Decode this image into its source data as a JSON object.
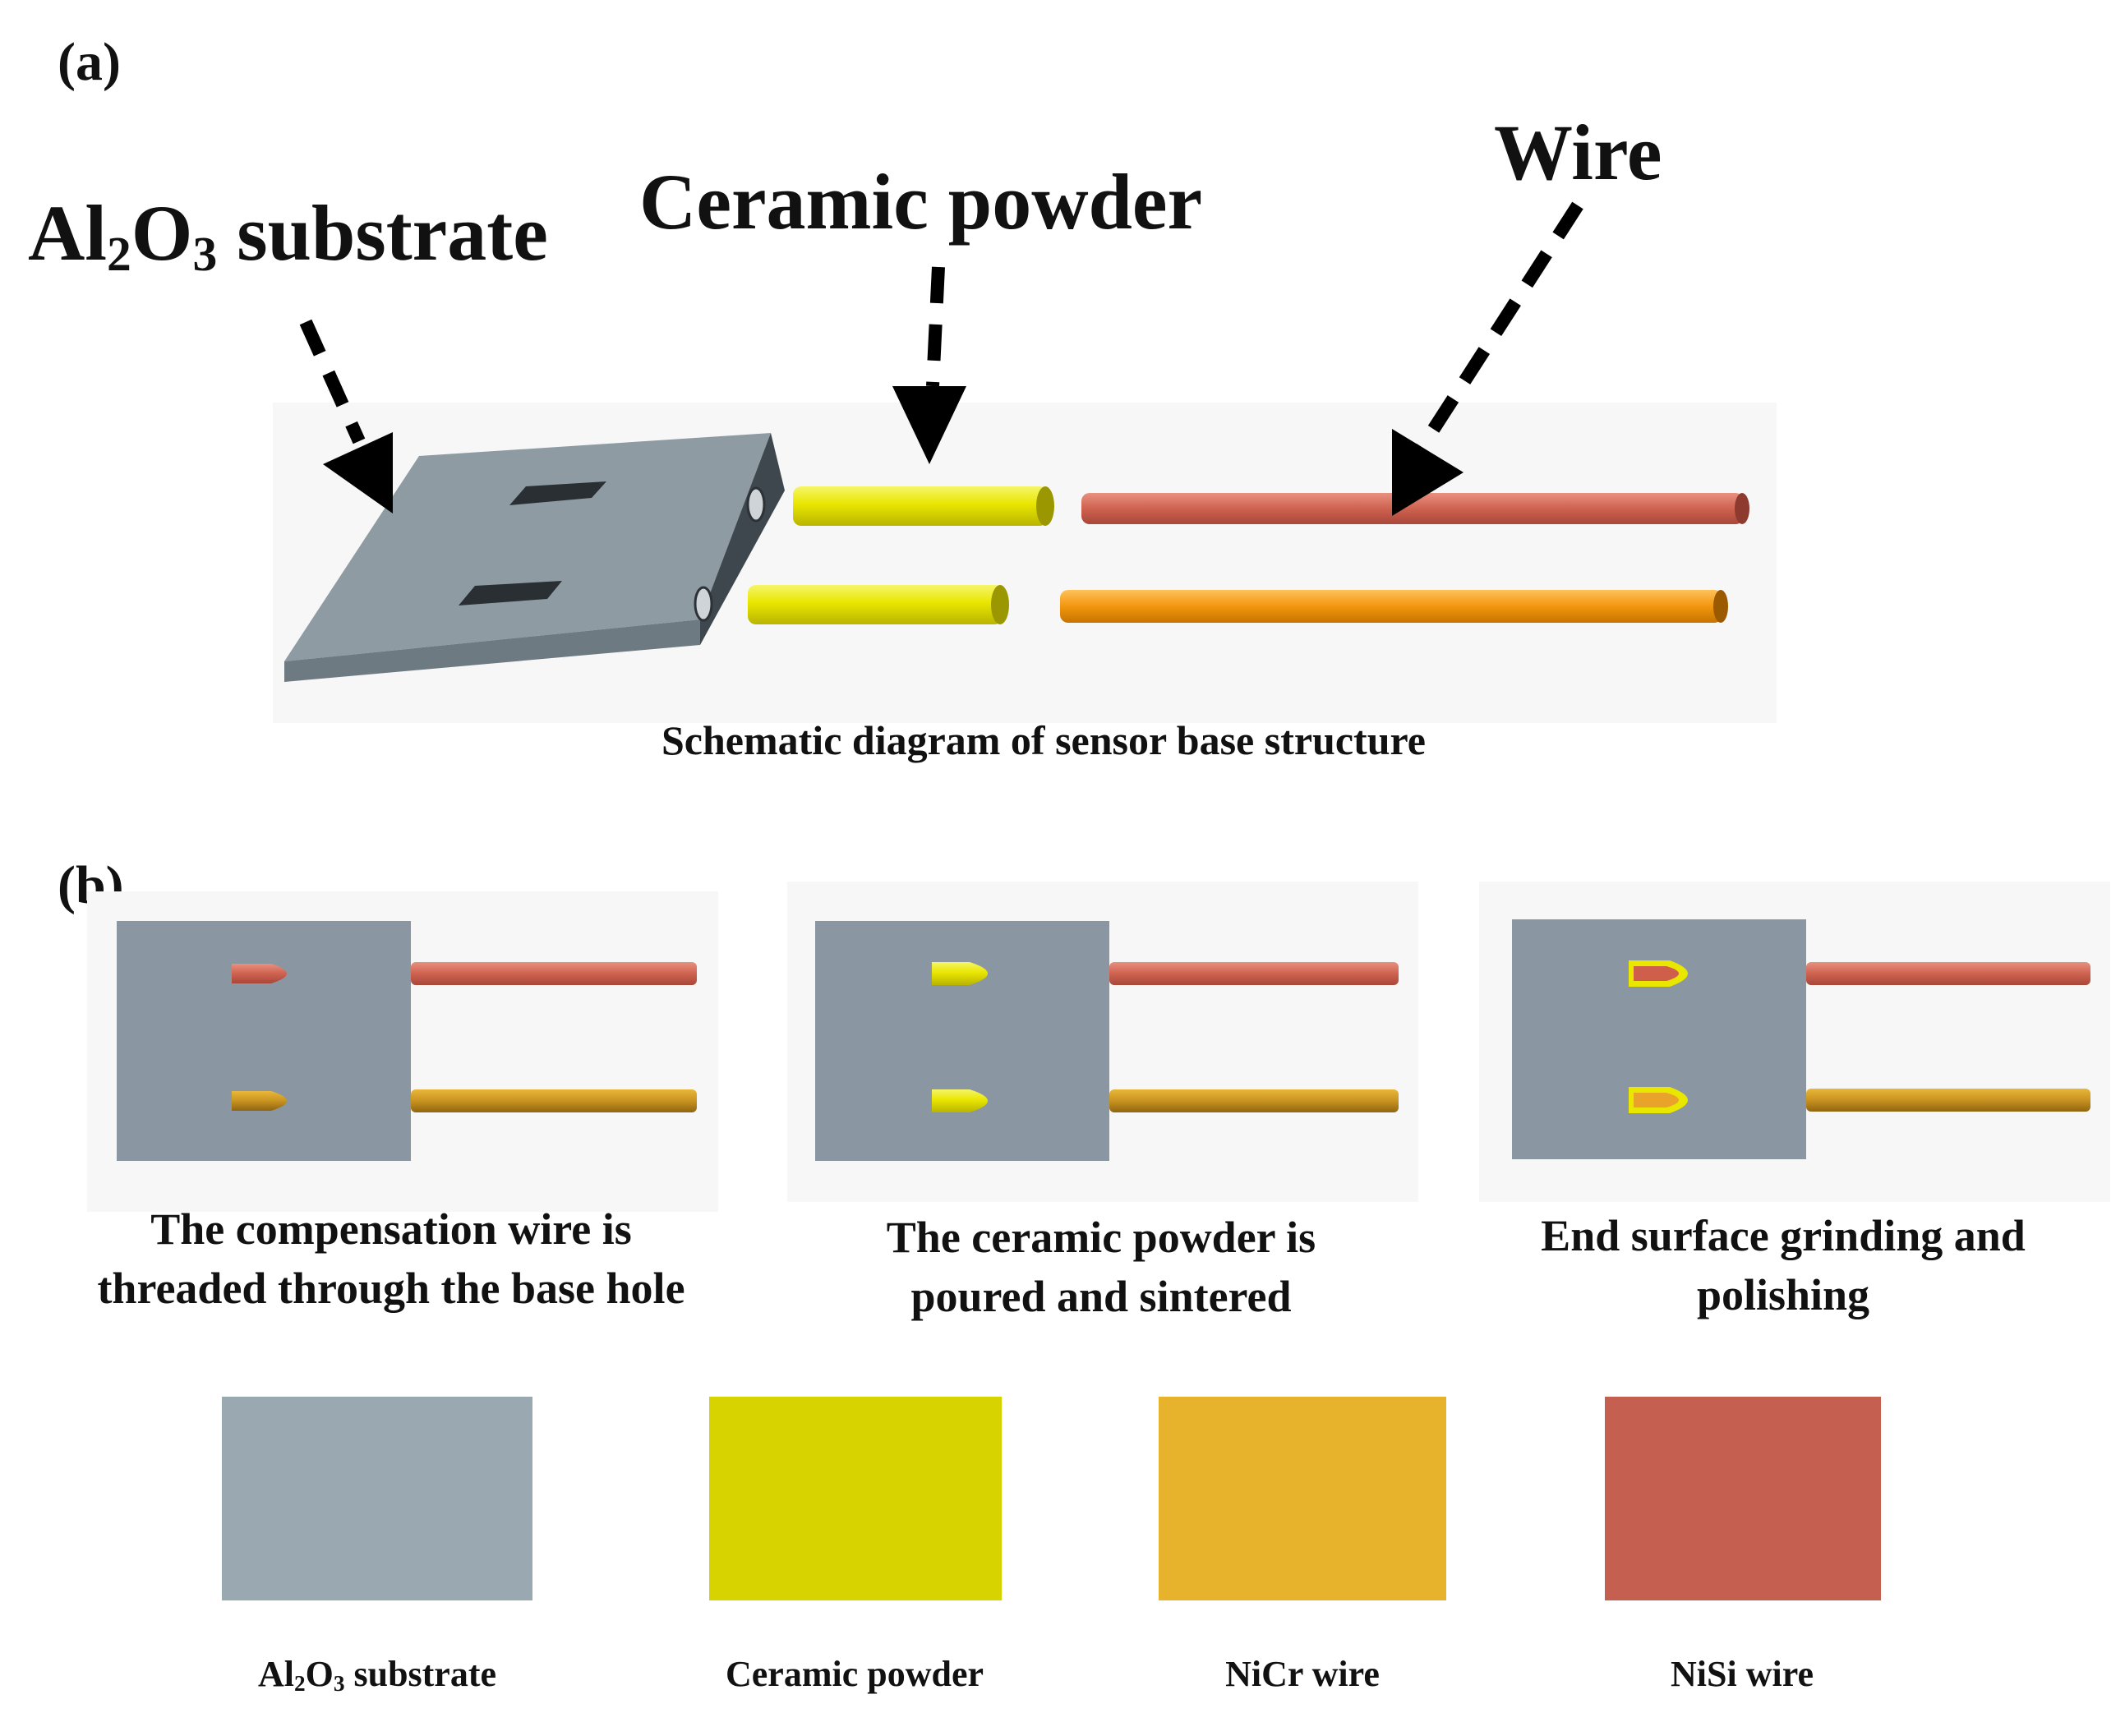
{
  "panel_a": {
    "label": "(a)",
    "callouts": {
      "substrate": {
        "main": "Al",
        "sub1": "2",
        "mid": "O",
        "sub2": "3",
        "rest": " substrate"
      },
      "ceramic": "Ceramic powder",
      "wire": "Wire"
    },
    "caption": "Schematic diagram of sensor base structure"
  },
  "panel_b": {
    "label": "(b)",
    "steps": [
      {
        "line1": "The compensation wire is",
        "line2": "threaded through the base hole"
      },
      {
        "line1": "The ceramic powder is",
        "line2": "poured and sintered"
      },
      {
        "line1": "End surface grinding and",
        "line2": "polishing"
      }
    ]
  },
  "legend": {
    "items": [
      {
        "color": "#9aa8b1",
        "main": "Al",
        "sub1": "2",
        "mid": "O",
        "sub2": "3",
        "rest": " substrate"
      },
      {
        "color": "#d6d300",
        "label": "Ceramic powder"
      },
      {
        "color": "#e8b32c",
        "label": "NiCr wire"
      },
      {
        "color": "#c55f4f",
        "label": "NiSi wire"
      }
    ]
  }
}
